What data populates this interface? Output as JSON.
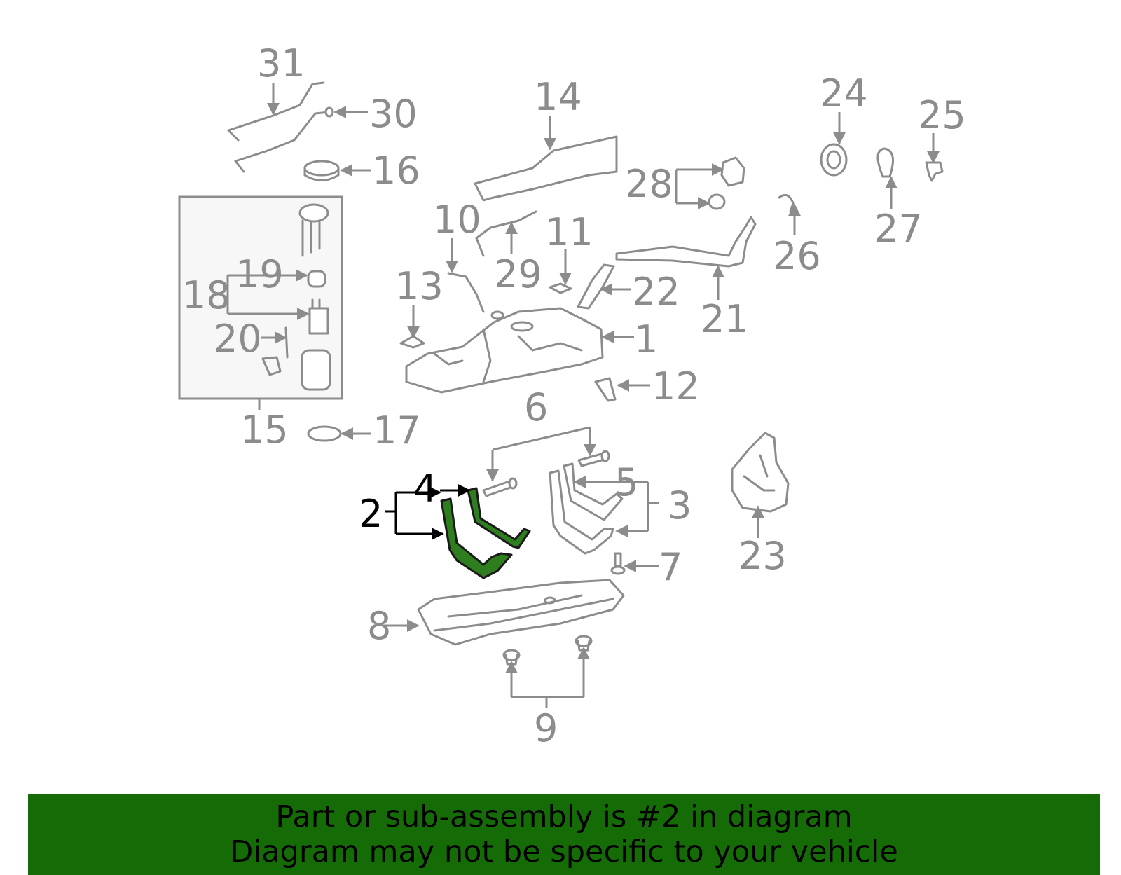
{
  "diagram": {
    "highlight_color": "#2e7d1f",
    "label_color": "#8c8c8c",
    "highlight_label_color": "#000000",
    "labels": {
      "p1": "1",
      "p2": "2",
      "p3": "3",
      "p4": "4",
      "p5": "5",
      "p6": "6",
      "p7": "7",
      "p8": "8",
      "p9": "9",
      "p10": "10",
      "p11": "11",
      "p12": "12",
      "p13": "13",
      "p14": "14",
      "p15": "15",
      "p16": "16",
      "p17": "17",
      "p18": "18",
      "p19": "19",
      "p20": "20",
      "p21": "21",
      "p22": "22",
      "p23": "23",
      "p24": "24",
      "p25": "25",
      "p26": "26",
      "p27": "27",
      "p28": "28",
      "p29": "29",
      "p30": "30",
      "p31": "31"
    }
  },
  "banner": {
    "background": "#156c07",
    "line1": "Part or sub-assembly is #2 in diagram",
    "line2": "Diagram may not be specific to your vehicle"
  }
}
